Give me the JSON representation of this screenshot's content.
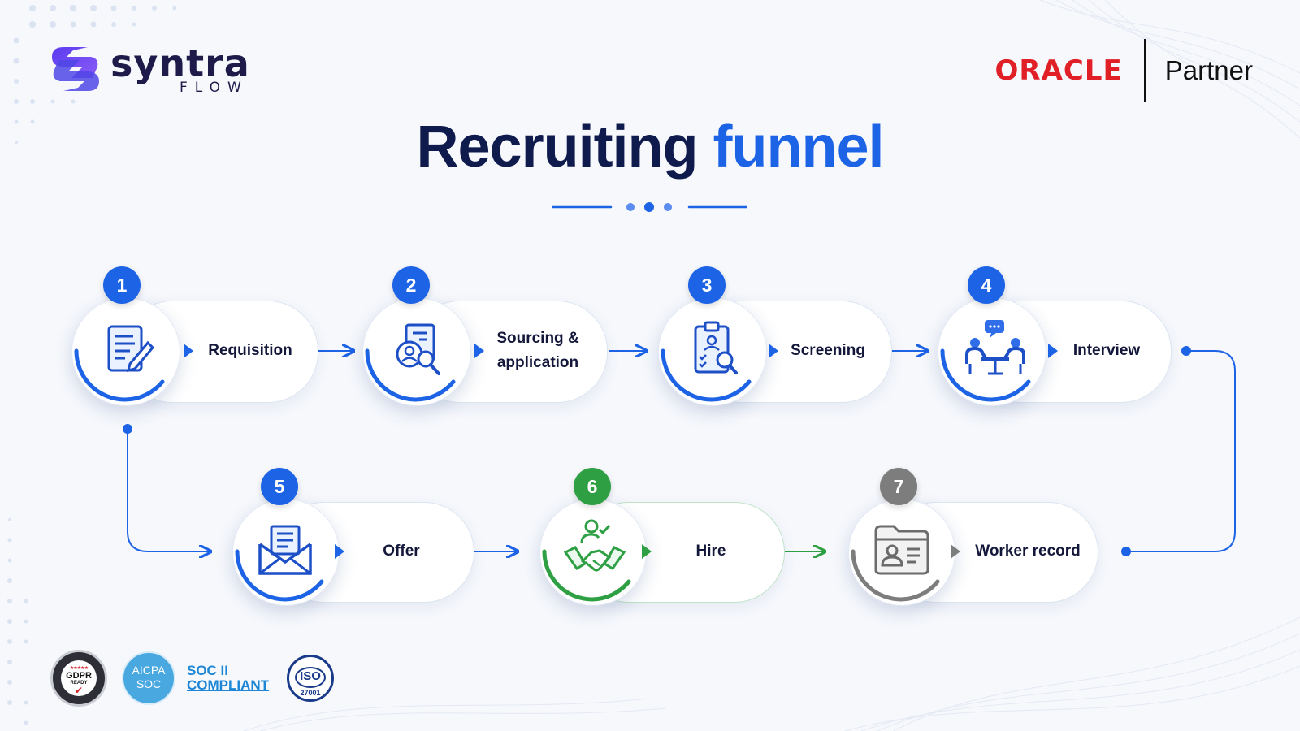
{
  "brand": {
    "name": "syntra",
    "sub": "FLOW"
  },
  "partner": {
    "company": "ORACLE",
    "label": "Partner"
  },
  "title": {
    "part1": "Recruiting",
    "part2": "funnel"
  },
  "colors": {
    "navy": "#0f1a4d",
    "accent": "#1d63e6",
    "green": "#2ea043",
    "gray": "#7d7d7d",
    "oracle_red": "#e01f26"
  },
  "steps": [
    {
      "number": "1",
      "label": "Requisition",
      "icon": "document-pen-icon",
      "color": "blue"
    },
    {
      "number": "2",
      "label_line1": "Sourcing &",
      "label_line2": "application",
      "icon": "candidate-search-icon",
      "color": "blue"
    },
    {
      "number": "3",
      "label": "Screening",
      "icon": "clipboard-check-icon",
      "color": "blue"
    },
    {
      "number": "4",
      "label": "Interview",
      "icon": "interview-meeting-icon",
      "color": "blue"
    },
    {
      "number": "5",
      "label": "Offer",
      "icon": "envelope-letter-icon",
      "color": "blue"
    },
    {
      "number": "6",
      "label": "Hire",
      "icon": "handshake-icon",
      "color": "green"
    },
    {
      "number": "7",
      "label": "Worker record",
      "icon": "folder-profile-icon",
      "color": "gray"
    }
  ],
  "compliance": {
    "gdpr": "GDPR",
    "gdpr_sub": "READY",
    "aicpa_line1": "AICPA",
    "aicpa_line2": "SOC",
    "soc_line1": "SOC II",
    "soc_line2": "COMPLIANT",
    "iso": "ISO",
    "iso_number": "27001"
  }
}
